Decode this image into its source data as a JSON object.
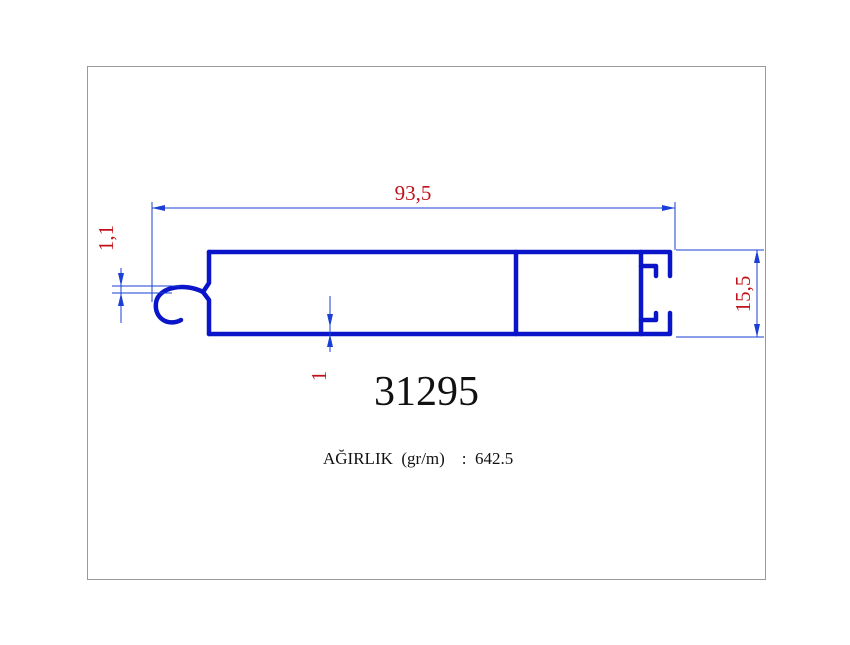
{
  "profile": {
    "code": "31295",
    "weight_label": "AĞIRLIK  (gr/m)    :  642.5"
  },
  "dimensions": {
    "width": "93,5",
    "height": "15,5",
    "hook_thickness": "1,1",
    "wall_thickness": "1"
  },
  "colors": {
    "profile": "#0a14c8",
    "dimension_lines": "#1a3fd6",
    "dimension_text": "#c0121a",
    "frame": "#9a9a9a"
  }
}
